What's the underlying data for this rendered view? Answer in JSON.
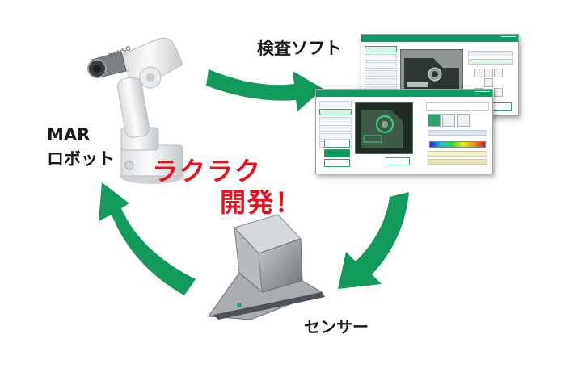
{
  "labels": {
    "software": "検査ソフト",
    "robot_line1": "MAR",
    "robot_line2": "ロボット",
    "sensor": "センサー",
    "slogan_line1": "ラクラク",
    "slogan_line2": "開発！",
    "robot_brand": "DENSO"
  },
  "colors": {
    "arrow_green": "#119a5b",
    "slogan_red": "#e8101c",
    "window_titlebar": "#0e9a63"
  },
  "icons": {
    "robot": "industrial-robot-arm",
    "sensor": "inspection-sensor-hood",
    "software": "inspection-software-screenshot"
  }
}
